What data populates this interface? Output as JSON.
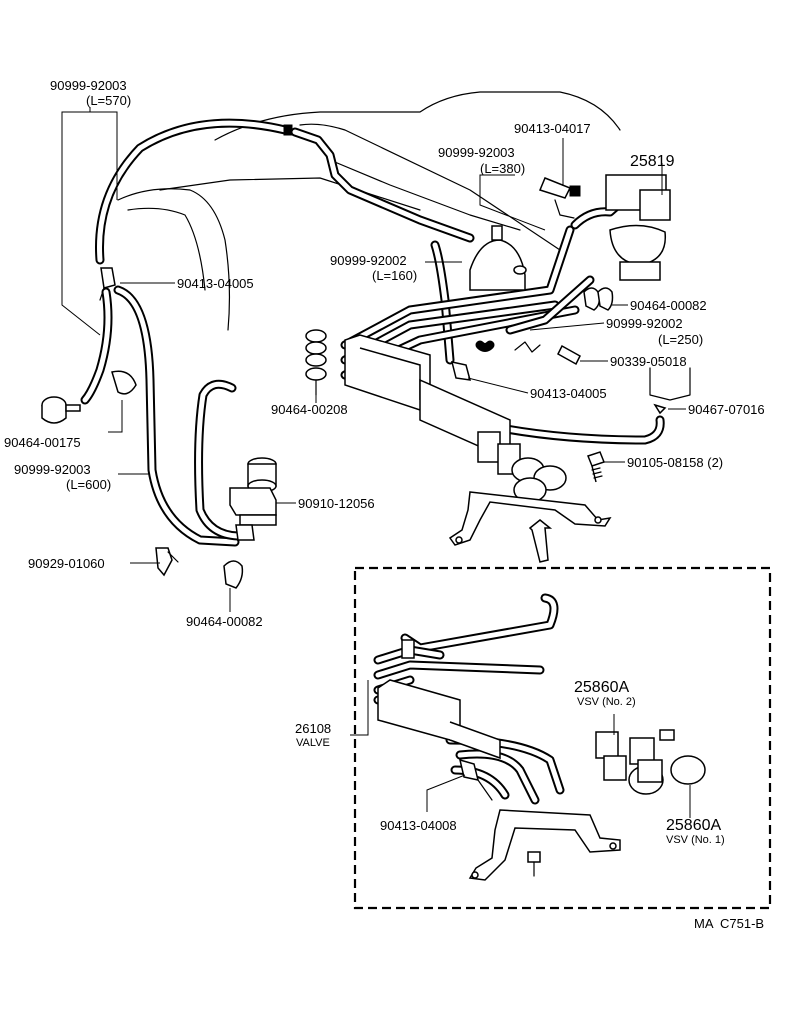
{
  "labels": {
    "hose_top_left": "90999-92003",
    "hose_top_left_len": "(L=570)",
    "clip_left": "90413-04005",
    "clamp_left": "90464-00175",
    "hose_left_long": "90999-92003",
    "hose_left_long_len": "(L=600)",
    "vsv_small": "90910-12056",
    "clip_bottom_left": "90929-01060",
    "clamp_bottom": "90464-00082",
    "clamp_stack": "90464-00208",
    "hose_mid": "90999-92002",
    "hose_mid_len": "(L=160)",
    "hose_upper": "90999-92003",
    "hose_upper_len": "(L=380)",
    "clip_top": "90413-04017",
    "actuator": "25819",
    "clamp_right": "90464-00082",
    "hose_right": "90999-92002",
    "hose_right_len": "(L=250)",
    "plug": "90339-05018",
    "clip_center": "90413-04005",
    "filter": "90467-07016",
    "bolt": "90105-08158 (2)",
    "valve_code": "26108",
    "valve_name": "VALVE",
    "vsv2_code": "25860A",
    "vsv2_name": "VSV (No. 2)",
    "vsv1_code": "25860A",
    "vsv1_name": "VSV (No. 1)",
    "clip_inset": "90413-04008",
    "figure_code": "MA  C751-B"
  }
}
